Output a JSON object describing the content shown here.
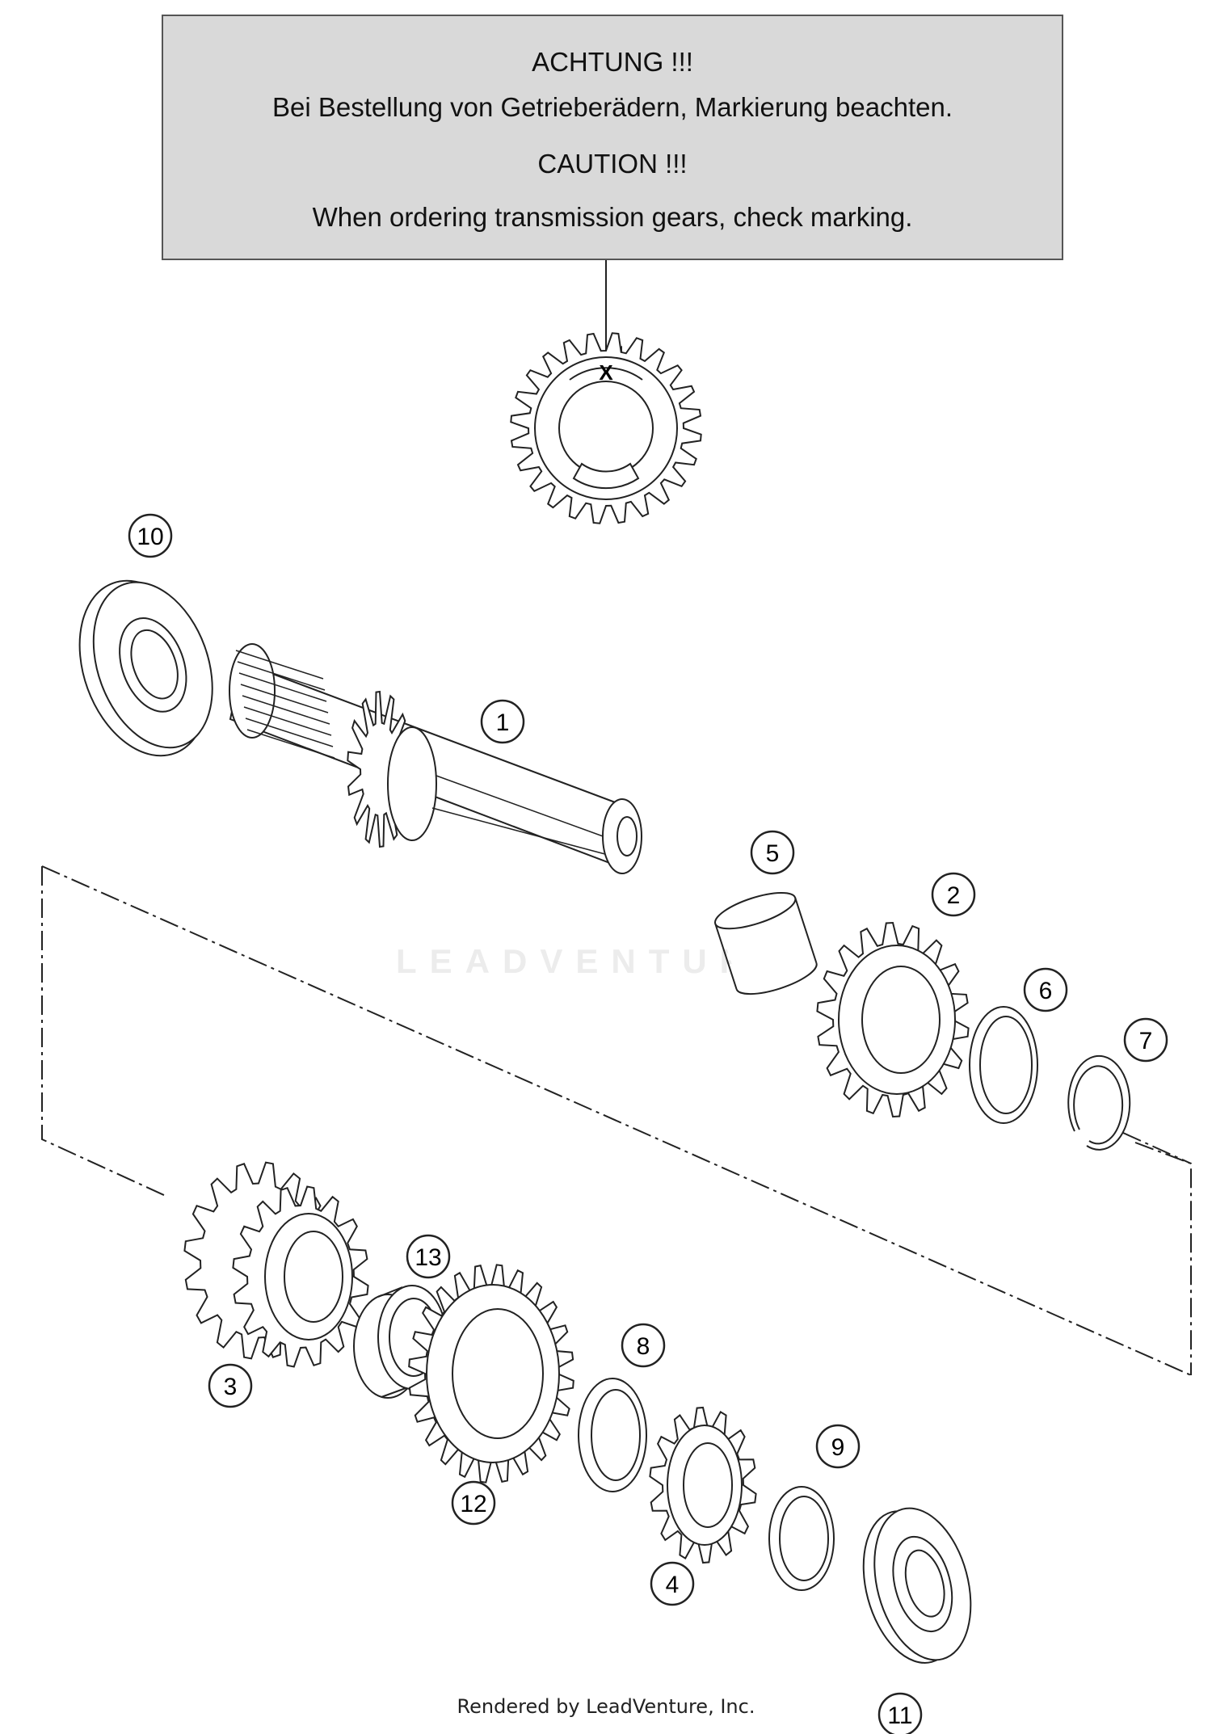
{
  "notice": {
    "german_heading": "ACHTUNG !!!",
    "german_text": "Bei Bestellung von Getrieberädern, Markierung beachten.",
    "english_heading": "CAUTION !!!",
    "english_text": "When ordering transmission gears, check marking."
  },
  "marking_symbol": "X",
  "watermark": "LEADVENTURE",
  "callouts": [
    "1",
    "2",
    "3",
    "4",
    "5",
    "6",
    "7",
    "8",
    "9",
    "10",
    "11",
    "12",
    "13"
  ],
  "footer": "Rendered by LeadVenture, Inc."
}
